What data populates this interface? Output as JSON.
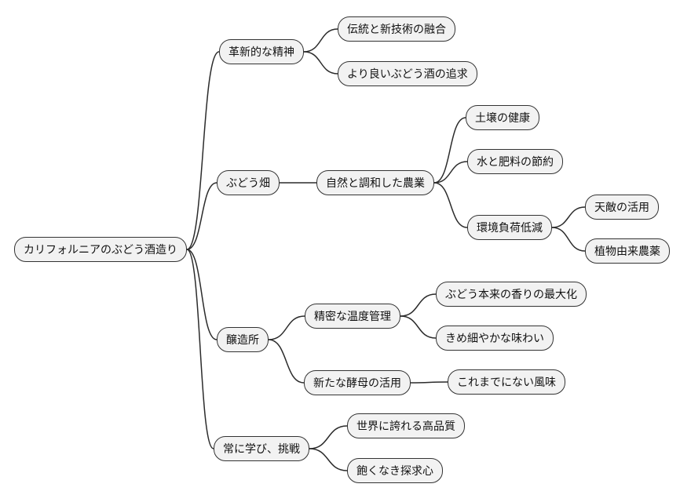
{
  "diagram": {
    "type": "mindmap",
    "title": "カリフォルニアのぶどう酒造り",
    "style": {
      "background": "#ffffff",
      "node_fill": "#f2f2f2",
      "node_border": "#333333",
      "edge_color": "#2b2b2b",
      "text_color": "#111111"
    },
    "nodes": {
      "root": {
        "label": "カリフォルニアのぶどう酒造り"
      },
      "innovation": {
        "label": "革新的な精神"
      },
      "tradition_fusion": {
        "label": "伝統と新技術の融合"
      },
      "better_wine": {
        "label": "より良いぶどう酒の追求"
      },
      "vineyard": {
        "label": "ぶどう畑"
      },
      "harmony_farming": {
        "label": "自然と調和した農業"
      },
      "soil_health": {
        "label": "土壌の健康"
      },
      "water_fertilizer": {
        "label": "水と肥料の節約"
      },
      "env_load": {
        "label": "環境負荷低減"
      },
      "natural_enemies": {
        "label": "天敵の活用"
      },
      "plant_pesticide": {
        "label": "植物由来農薬"
      },
      "brewery": {
        "label": "醸造所"
      },
      "temp_control": {
        "label": "精密な温度管理"
      },
      "aroma_max": {
        "label": "ぶどう本来の香りの最大化"
      },
      "fine_taste": {
        "label": "きめ細やかな味わい"
      },
      "new_yeast": {
        "label": "新たな酵母の活用"
      },
      "new_flavor": {
        "label": "これまでにない風味"
      },
      "learning": {
        "label": "常に学び、挑戦"
      },
      "world_quality": {
        "label": "世界に誇れる高品質"
      },
      "curiosity": {
        "label": "飽くなき探求心"
      }
    },
    "edges": [
      [
        "root",
        "innovation"
      ],
      [
        "root",
        "vineyard"
      ],
      [
        "root",
        "brewery"
      ],
      [
        "root",
        "learning"
      ],
      [
        "innovation",
        "tradition_fusion"
      ],
      [
        "innovation",
        "better_wine"
      ],
      [
        "vineyard",
        "harmony_farming"
      ],
      [
        "harmony_farming",
        "soil_health"
      ],
      [
        "harmony_farming",
        "water_fertilizer"
      ],
      [
        "harmony_farming",
        "env_load"
      ],
      [
        "env_load",
        "natural_enemies"
      ],
      [
        "env_load",
        "plant_pesticide"
      ],
      [
        "brewery",
        "temp_control"
      ],
      [
        "brewery",
        "new_yeast"
      ],
      [
        "temp_control",
        "aroma_max"
      ],
      [
        "temp_control",
        "fine_taste"
      ],
      [
        "new_yeast",
        "new_flavor"
      ],
      [
        "learning",
        "world_quality"
      ],
      [
        "learning",
        "curiosity"
      ]
    ]
  }
}
